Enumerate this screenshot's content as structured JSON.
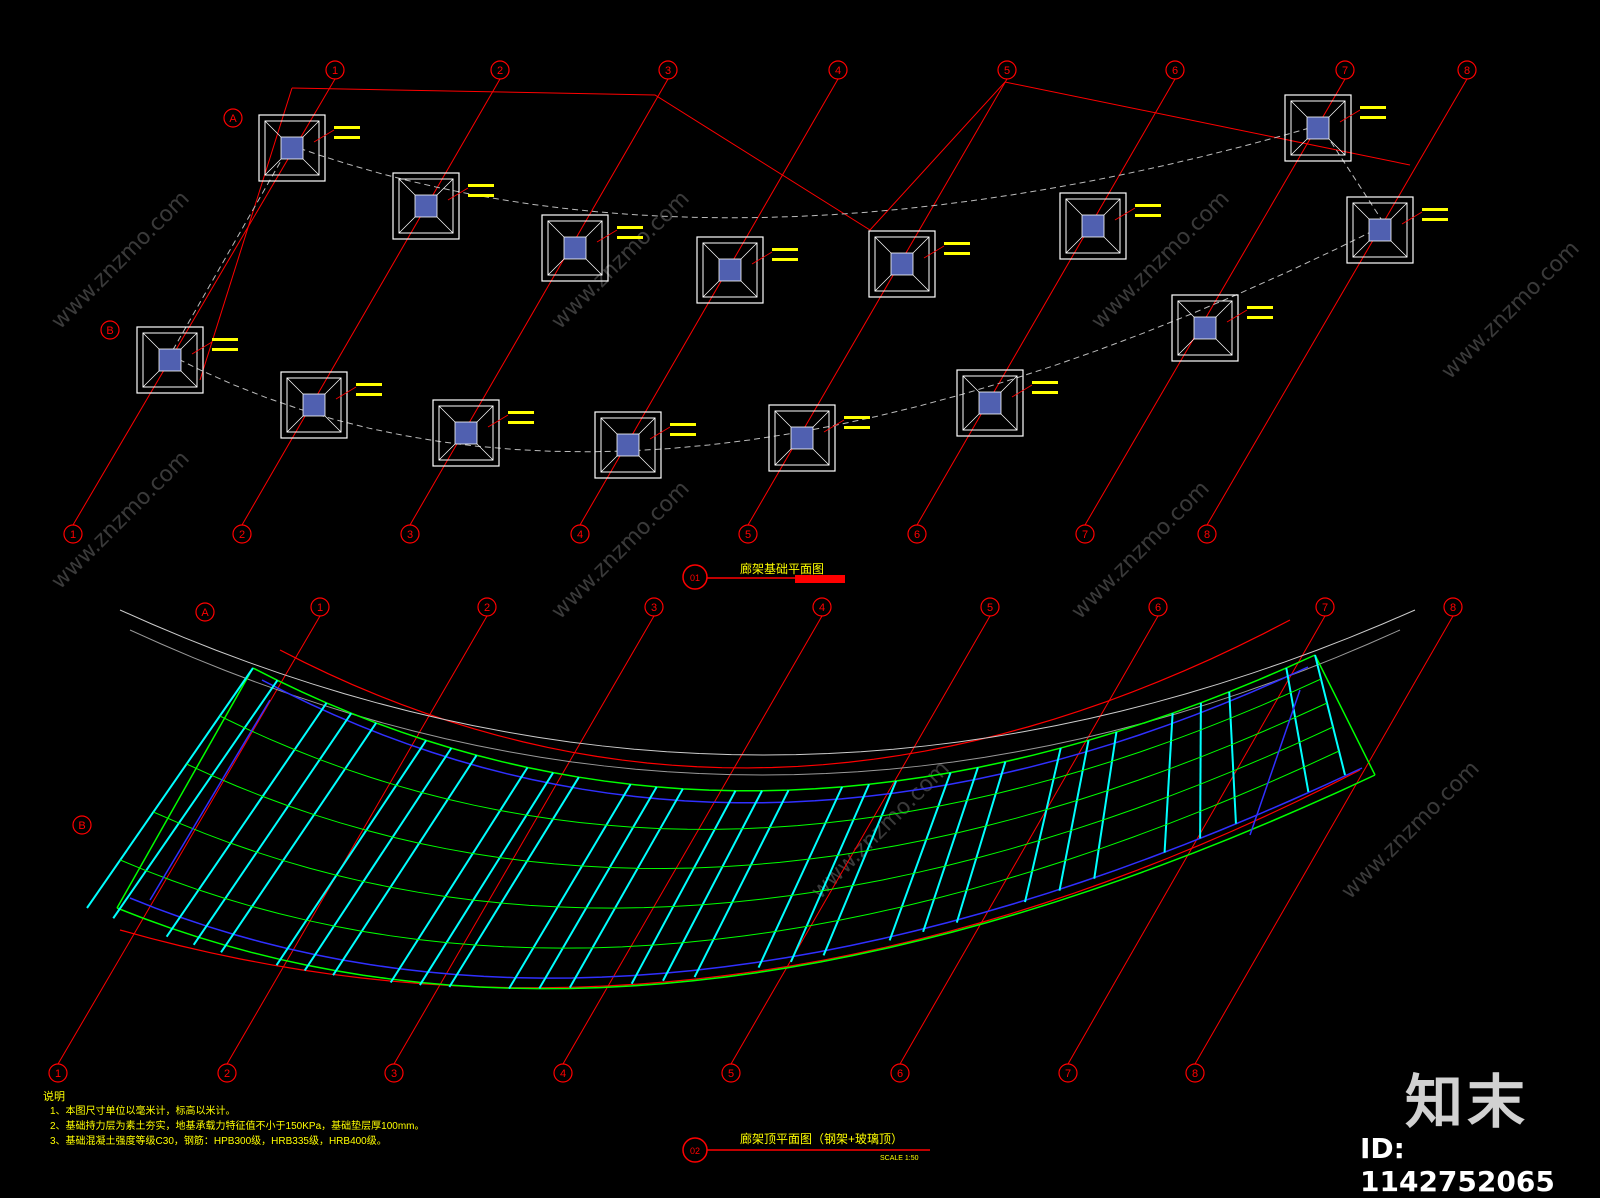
{
  "plan1": {
    "title": "廊架基础平面图",
    "index": "01"
  },
  "plan2": {
    "title": "廊架顶平面图（钢架+玻璃顶）",
    "index": "02",
    "scale": "SCALE 1:50"
  },
  "axes": [
    "1",
    "2",
    "3",
    "4",
    "5",
    "6",
    "7",
    "8"
  ],
  "rows": [
    "A",
    "B"
  ],
  "notes": {
    "title": "说明",
    "lines": [
      "1、本图尺寸单位以毫米计，标高以米计。",
      "2、基础持力层为素土夯实，地基承载力特征值不小于150KPa，基础垫层厚100mm。",
      "3、基础混凝土强度等级C30，钢筋：HPB300级，HRB335级，HRB400级。"
    ]
  },
  "watermark": {
    "logo": "知末",
    "id": "ID: 1142752065",
    "site": "www.znzmo.com"
  },
  "colors": {
    "background": "#000000",
    "axis": "#ff0000",
    "text": "#ffff00",
    "frame": "#00ffff",
    "glass": "#00ff00",
    "beam": "#3030ff",
    "footing": "#ffffff"
  }
}
